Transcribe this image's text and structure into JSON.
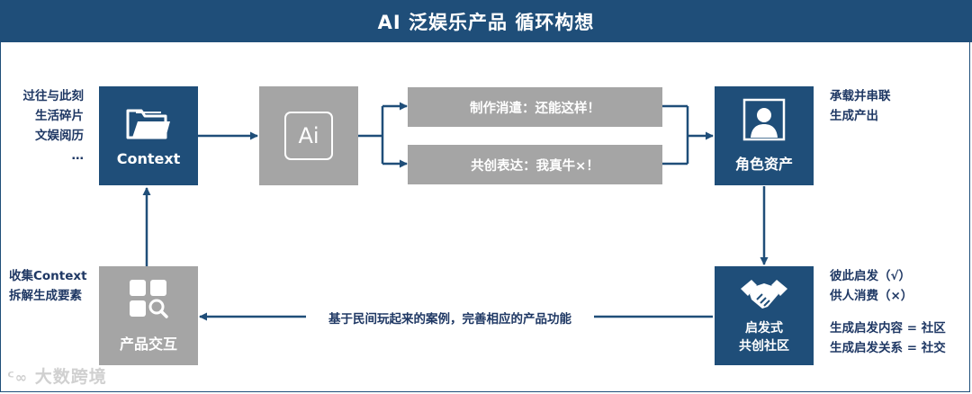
{
  "title": "AI 泛娱乐产品 循环构想",
  "left_top_lines": [
    "过往与此刻",
    "生活碎片",
    "文娱阅历",
    "…"
  ],
  "left_bottom_lines": [
    "收集Context",
    "拆解生成要素"
  ],
  "right_top_lines": [
    "承载并串联",
    "生成产出"
  ],
  "right_bottom_lines": [
    "彼此启发（√）",
    "供人消费（×）"
  ],
  "right_bottom_lines2": [
    "生成启发内容 = 社区",
    "生成启发关系 = 社交"
  ],
  "nodes": {
    "context": "Context",
    "ai_logo": "Ai",
    "bar_top": "制作消遣：还能这样！",
    "bar_bottom": "共创表达：我真牛×！",
    "character": "角色资产",
    "community_line1": "启发式",
    "community_line2": "共创社区",
    "interaction": "产品交互"
  },
  "bottom_edge_label": "基于民间玩起来的案例，完善相应的产品功能",
  "watermark": "大数跨境",
  "colors": {
    "navy": "#1f4e79",
    "gray": "#a5a5a5",
    "text": "#1f3864"
  },
  "icons": [
    "folder-icon",
    "ai-logo-icon",
    "user-avatar-icon",
    "handshake-icon",
    "apps-search-icon"
  ]
}
